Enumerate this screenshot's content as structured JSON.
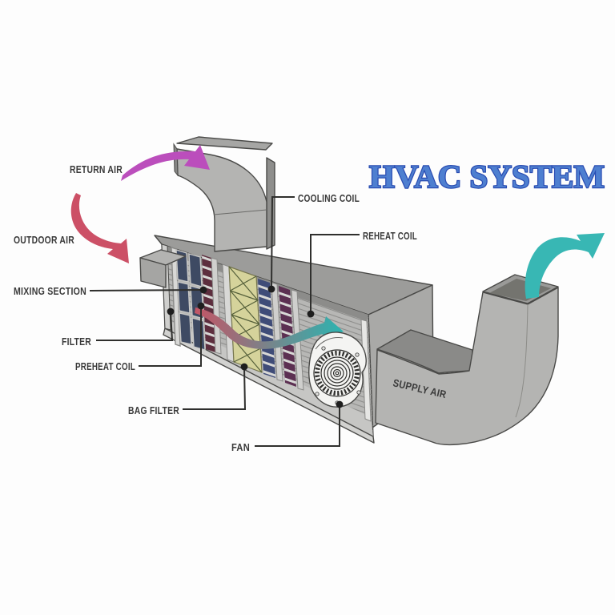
{
  "title": {
    "text": "HVAC SYSTEM"
  },
  "labels": {
    "return_air": "RETURN AIR",
    "outdoor_air": "OUTDOOR AIR",
    "mixing_section": "MIXING SECTION",
    "filter": "FILTER",
    "preheat_coil": "PREHEAT COIL",
    "bag_filter": "BAG FILTER",
    "fan": "FAN",
    "cooling_coil": "COOLING COIL",
    "reheat_coil": "REHEAT COIL",
    "supply_air": "SUPPLY AIR"
  },
  "colors": {
    "title_fill": "#4e7fd0",
    "title_stroke": "#2a4cb2",
    "label_text": "#3a3a3a",
    "return_arrow": "#bb4ebc",
    "outdoor_arrow": "#cc5066",
    "flow_start": "#c25666",
    "flow_end": "#2fb2af",
    "supply_arrow": "#38b7b4",
    "unit_top": "#9c9c9a",
    "unit_right": "#a9a9a7",
    "duct_light": "#b4b4b2",
    "duct_top": "#a6a6a4",
    "interior_wall": "#b7b7b5",
    "filter_panel": "#3e4a63",
    "bag_filter": "#d5d39b",
    "preheat_coil": "#5d2e3e",
    "cooling_coil": "#3f4c78",
    "reheat_coil": "#5c3052"
  }
}
